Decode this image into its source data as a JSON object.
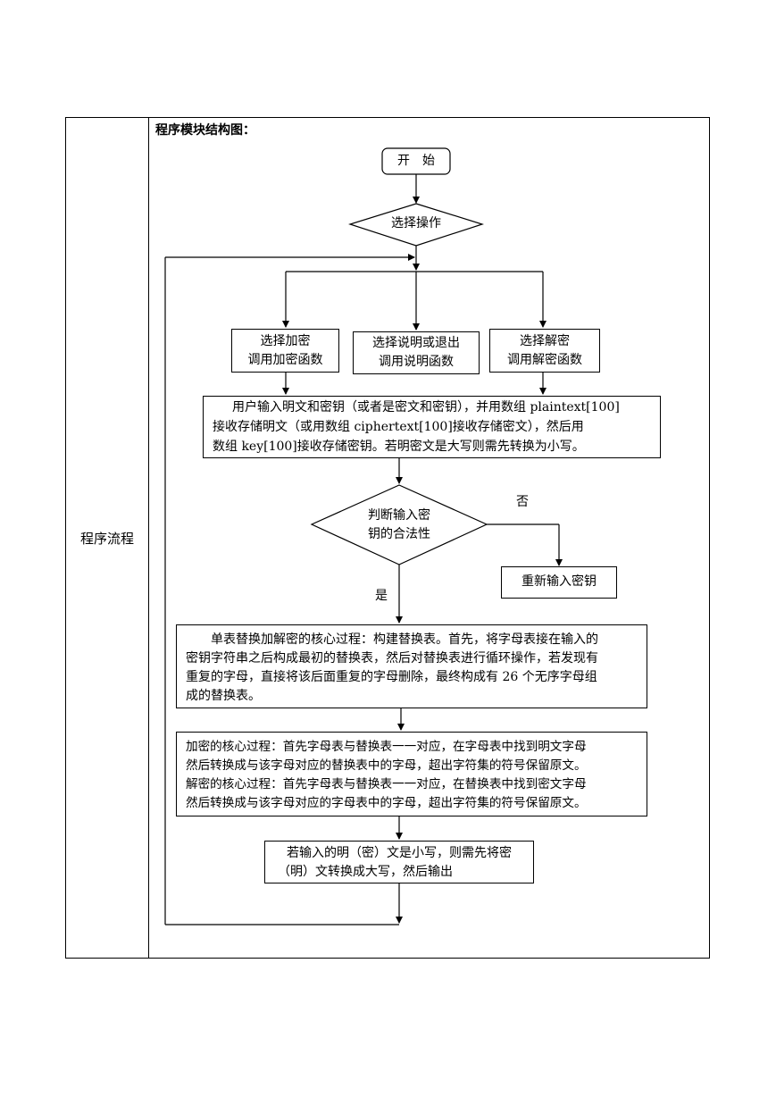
{
  "table": {
    "row_label": "程序流程",
    "section_title": "程序模块结构图："
  },
  "flowchart": {
    "start": "开　始",
    "select_op": "选择操作",
    "encrypt": [
      "选择加密",
      "调用加密函数"
    ],
    "help": [
      "选择说明或退出",
      "调用说明函数"
    ],
    "decrypt": [
      "选择解密",
      "调用解密函数"
    ],
    "input": [
      "用户输入明文和密钥（或者是密文和密钥），并用数组 plaintext[100]",
      "接收存储明文（或用数组 ciphertext[100]接收存储密文），然后用",
      "数组 key[100]接收存储密钥。若明密文是大写则需先转换为小写。"
    ],
    "validate": [
      "判断输入密",
      "钥的合法性"
    ],
    "no_label": "否",
    "yes_label": "是",
    "reinput": "重新输入密钥",
    "table_build": [
      "单表替换加解密的核心过程：构建替换表。首先，将字母表接在输入的",
      "密钥字符串之后构成最初的替换表，然后对替换表进行循环操作，若发现有",
      "重复的字母，直接将该后面重复的字母删除，最终构成有 26 个无序字母组",
      "成的替换表。"
    ],
    "core": [
      "加密的核心过程：首先字母表与替换表一一对应，在字母表中找到明文字母",
      "然后转换成与该字母对应的替换表中的字母，超出字符集的符号保留原文。",
      "解密的核心过程：首先字母表与替换表一一对应，在替换表中找到密文字母",
      "然后转换成与该字母对应的字母表中的字母，超出字符集的符号保留原文。"
    ],
    "output": [
      "若输入的明（密）文是小写，则需先将密",
      "（明）文转换成大写，然后输出"
    ]
  }
}
